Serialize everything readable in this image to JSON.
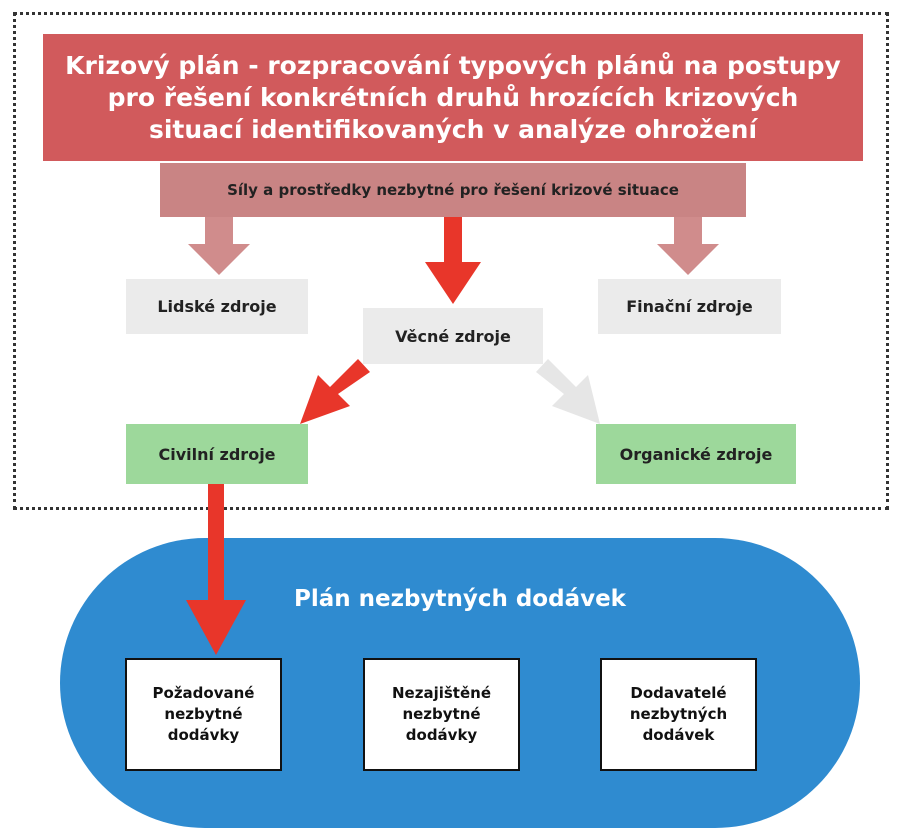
{
  "diagram": {
    "top_banner": "Krizový plán - rozpracování typových plánů na postupy pro řešení konkrétních druhů hrozících krizových situací identifikovaných v analýze ohrožení",
    "subbanner": "Síly a prostředky nezbytné pro řešení krizové situace",
    "resources": {
      "human": "Lidské zdroje",
      "material": "Věcné zdroje",
      "financial": "Finační zdroje",
      "civil": "Civilní zdroje",
      "organic": "Organické zdroje"
    },
    "plan": {
      "title": "Plán nezbytných dodávek",
      "boxes": [
        "Požadované\nnezbytné\ndodávky",
        "Nezajištěné\nnezbytné\ndodávky",
        "Dodavatelé\nnezbytných\ndodávek"
      ]
    },
    "colors": {
      "banner": "#d15a5c",
      "subbanner": "#c98484",
      "arrow_primary": "#e8362a",
      "arrow_secondary": "#d08c8c",
      "arrow_inactive": "#e6e6e6",
      "grey_box": "#ebebeb",
      "green_box": "#9dd89b",
      "ellipse": "#2f8bd0"
    }
  }
}
